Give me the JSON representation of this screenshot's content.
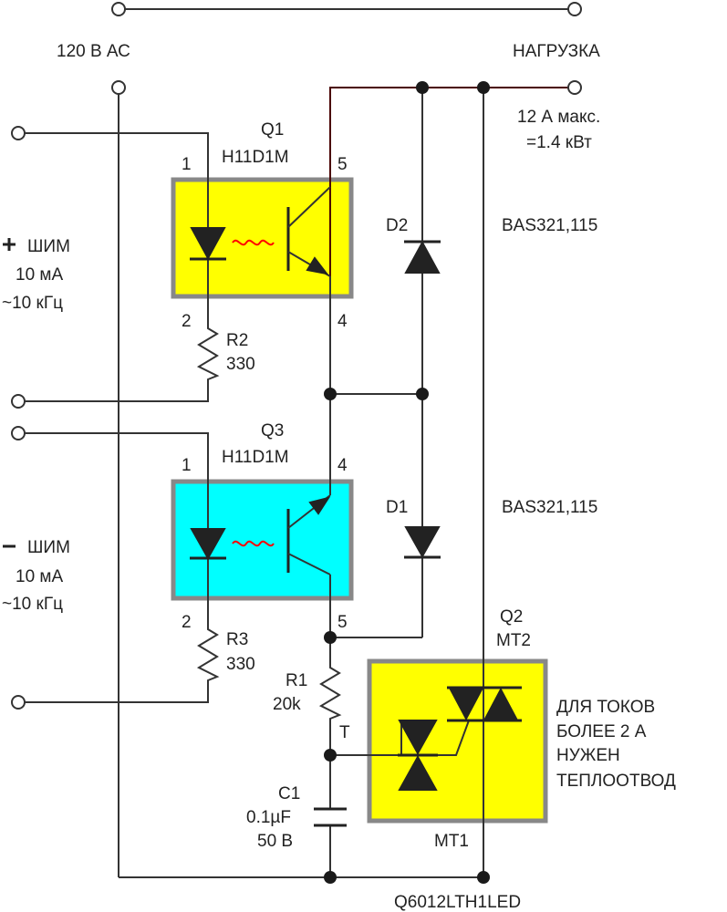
{
  "labels": {
    "source": "120 В АС",
    "load": "НАГРУЗКА",
    "load_current": "12 А макс.",
    "load_power": "=1.4 кВт",
    "q1_name": "Q1",
    "q1_part": "H11D1M",
    "q3_name": "Q3",
    "q3_part": "H11D1M",
    "q2_name": "Q2",
    "q2_mt2": "MT2",
    "q2_mt1": "MT1",
    "q2_part": "Q6012LTH1LED",
    "d1_name": "D1",
    "d1_part": "BAS321,115",
    "d2_name": "D2",
    "d2_part": "BAS321,115",
    "r1_name": "R1",
    "r1_value": "20k",
    "r2_name": "R2",
    "r2_value": "330",
    "r3_name": "R3",
    "r3_value": "330",
    "c1_name": "C1",
    "c1_value": "0.1µF",
    "c1_voltage": "50 В",
    "gate": "T",
    "pwm_plus_sign": "+",
    "pwm_plus": "ШИМ",
    "pwm_plus_current": "10 мА",
    "pwm_plus_freq": "~10 кГц",
    "pwm_minus_sign": "–",
    "pwm_minus": "ШИМ",
    "pwm_minus_current": "10 мА",
    "pwm_minus_freq": "~10 кГц",
    "heatsink_1": "ДЛЯ ТОКОВ",
    "heatsink_2": "БОЛЕЕ 2 А",
    "heatsink_3": "НУЖЕН",
    "heatsink_4": "ТЕПЛООТВОД",
    "q1_pin1": "1",
    "q1_pin2": "2",
    "q1_pin4": "4",
    "q1_pin5": "5",
    "q3_pin1": "1",
    "q3_pin2": "2",
    "q3_pin4": "4",
    "q3_pin5": "5"
  }
}
